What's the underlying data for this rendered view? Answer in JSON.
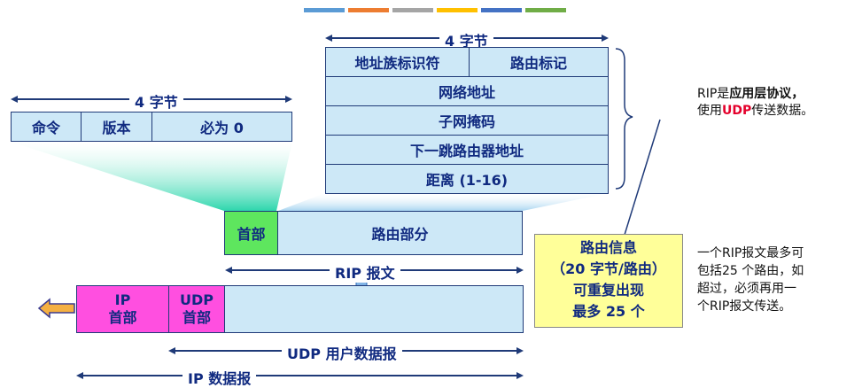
{
  "top_bar_colors": [
    "#5b9bd5",
    "#ed7d31",
    "#a5a5a5",
    "#ffc000",
    "#4472c4",
    "#70ad47"
  ],
  "header_small": {
    "width_label": "4 字节",
    "fields": [
      "命令",
      "版本",
      "必为 0"
    ]
  },
  "route_entry": {
    "width_label": "4 字节",
    "row1": [
      "地址族标识符",
      "路由标记"
    ],
    "rows": [
      "网络地址",
      "子网掩码",
      "下一跳路由器地址",
      "距离 (1-16)"
    ]
  },
  "rip_message": {
    "header_label": "首部",
    "route_label": "路由部分",
    "span_label": "RIP 报文"
  },
  "udp_datagram": {
    "ip_header": [
      "IP",
      "首部"
    ],
    "udp_header": [
      "UDP",
      "首部"
    ],
    "span_label": "UDP 用户数据报"
  },
  "ip_datagram": {
    "span_label": "IP 数据报"
  },
  "route_info_box": [
    "路由信息",
    "（20 字节/路由）",
    "可重复出现",
    "最多 25 个"
  ],
  "note_top": {
    "part1": "RIP是",
    "part2": "应用层协议",
    "part3": "，",
    "part4": "使用",
    "part5": "UDP",
    "part6": "传送数据。"
  },
  "note_bottom": [
    "一个RIP报文最多可",
    "包括25 个路由，如",
    "超过，必须再用一",
    "个RIP报文传送。"
  ],
  "colors": {
    "cell_fill": "#cde8f7",
    "header_green": "#5ee65e",
    "ip_udp_magenta": "#ff4fe0",
    "info_yellow": "#ffff99",
    "arrow_orange": "#f5b042",
    "text_blue": "#102a80"
  }
}
